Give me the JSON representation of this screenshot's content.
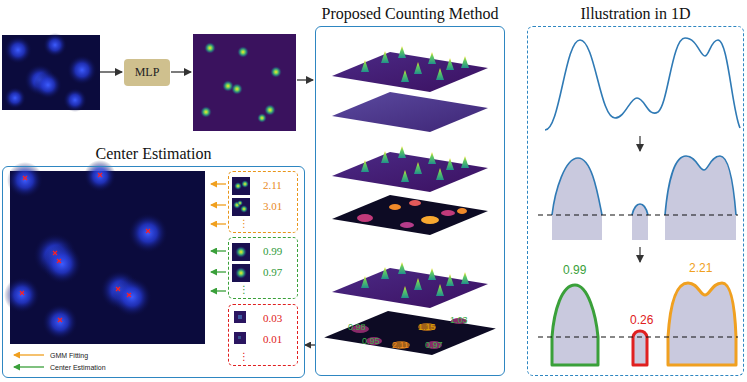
{
  "diagram": {
    "nodes": [
      {
        "text": [
          "MLP"
        ]
      },
      {
        "text": [
          "Proposed Counting Method"
        ]
      },
      {
        "text": [
          "Illustration in 1D"
        ]
      },
      {
        "text": [
          "Center Estimation"
        ]
      },
      {
        "text": [
          "2.11",
          "3.01",
          "⋮"
        ],
        "in": 3
      },
      {
        "text": [
          "0.99",
          "0.97",
          "⋮"
        ],
        "in": 3
      },
      {
        "text": [
          "0.03",
          "0.01",
          "⋮"
        ],
        "in": 3
      }
    ],
    "edges": [
      {
        "from": 1,
        "to": 3,
        "arrow": "to"
      }
    ],
    "labels": [
      "0.98",
      "0.95",
      "1.15",
      "1.03",
      "2.11",
      "0.97",
      "0.99",
      "0.26",
      "2.21"
    ],
    "legend": [
      {
        "text": "GMM Fitting"
      },
      {
        "text": "Center Estimation"
      }
    ]
  }
}
